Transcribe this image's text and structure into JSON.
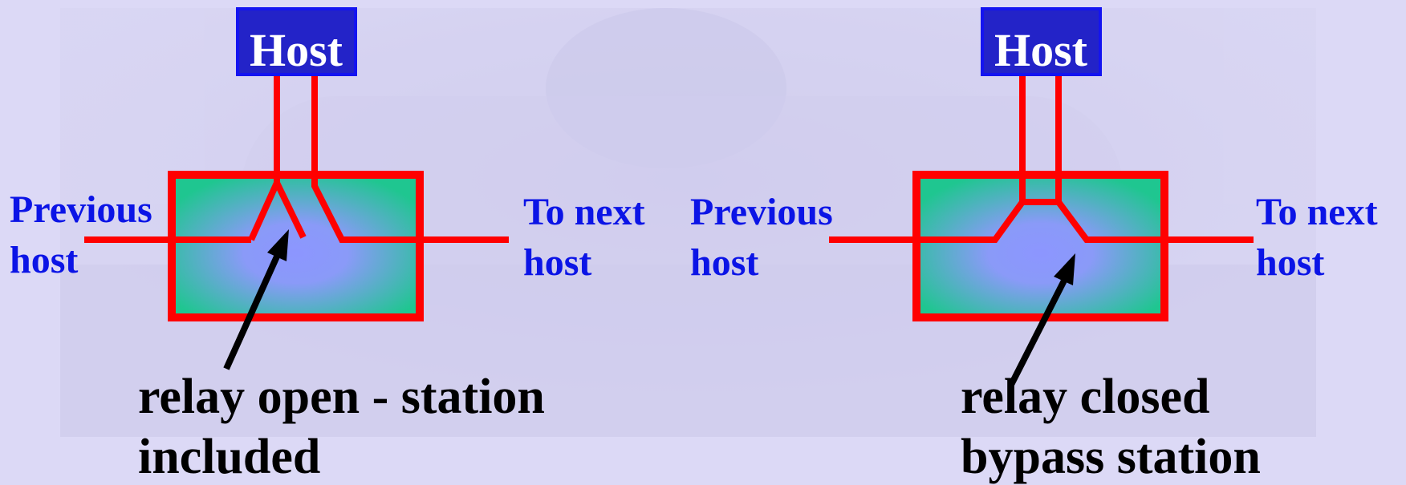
{
  "left_panel": {
    "host_label": "Host",
    "previous_label_line1": "Previous",
    "previous_label_line2": "host",
    "next_label_line1": "To next",
    "next_label_line2": "host",
    "caption_line1": "relay open - station",
    "caption_line2": "included"
  },
  "right_panel": {
    "host_label": "Host",
    "previous_label_line1": "Previous",
    "previous_label_line2": "host",
    "next_label_line1": "To next",
    "next_label_line2": "host",
    "caption_line1": "relay closed",
    "caption_line2": "bypass station"
  },
  "colors": {
    "background": "#dcd9f6",
    "host_box_fill": "#2323c8",
    "host_box_border": "#1414f0",
    "wire": "#ff0000",
    "station_fill_outer": "#1fc690",
    "station_fill_center": "#8c96ff",
    "label_text": "#0b14e6",
    "caption_text": "#000000"
  }
}
